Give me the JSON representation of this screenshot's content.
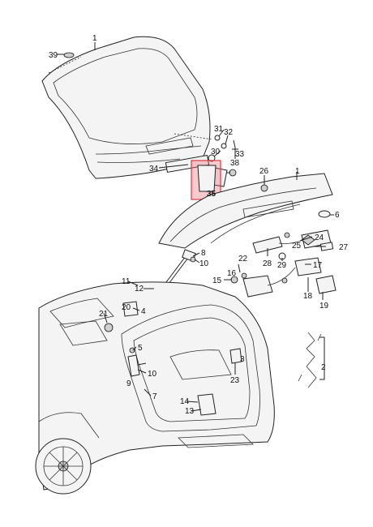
{
  "colors": {
    "line": "#222222",
    "highlight": "#e8676f",
    "background": "#ffffff"
  },
  "highlighted_part": "35",
  "callouts": [
    "1",
    "2",
    "3",
    "4",
    "5",
    "6",
    "7",
    "8",
    "9",
    "10",
    "11",
    "12",
    "13",
    "14",
    "15",
    "16",
    "17",
    "18",
    "19",
    "20",
    "21",
    "22",
    "23",
    "24",
    "25",
    "26",
    "27",
    "28",
    "29",
    "30",
    "31",
    "32",
    "33",
    "34",
    "35",
    "39"
  ]
}
